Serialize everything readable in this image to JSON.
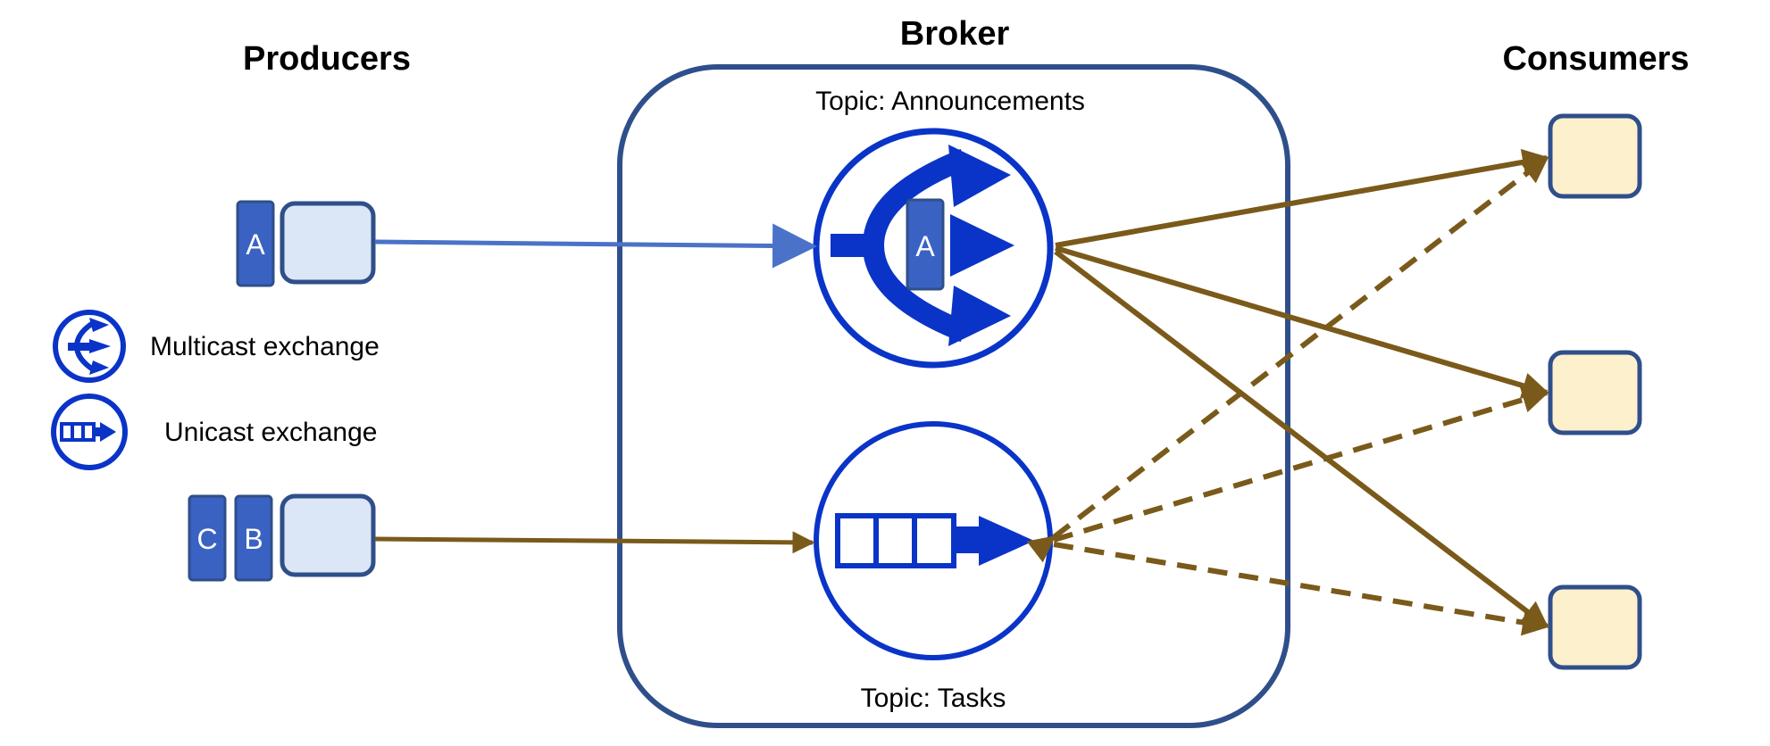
{
  "headings": {
    "producers": "Producers",
    "broker": "Broker",
    "consumers": "Consumers"
  },
  "topics": {
    "announcements": "Topic: Announcements",
    "tasks": "Topic: Tasks"
  },
  "legend": {
    "multicast": "Multicast exchange",
    "unicast": "Unicast exchange"
  },
  "messages": {
    "producer1": [
      "A"
    ],
    "producer2": [
      "C",
      "B"
    ],
    "in_exchange": "A"
  },
  "colors": {
    "broker_border": "#2f4f8a",
    "exchange_blue": "#0a34c8",
    "message_blue": "#3a62c2",
    "producer_fill": "#dbe7f6",
    "producer_border": "#2f4f8a",
    "consumer_fill": "#fdf0cc",
    "consumer_border": "#2f4f8a",
    "publish_arrow_blue": "#4a72c8",
    "delivery_brown": "#7a5a1a"
  },
  "icons": {
    "multicast": "multicast-exchange-icon",
    "unicast": "unicast-exchange-icon"
  }
}
